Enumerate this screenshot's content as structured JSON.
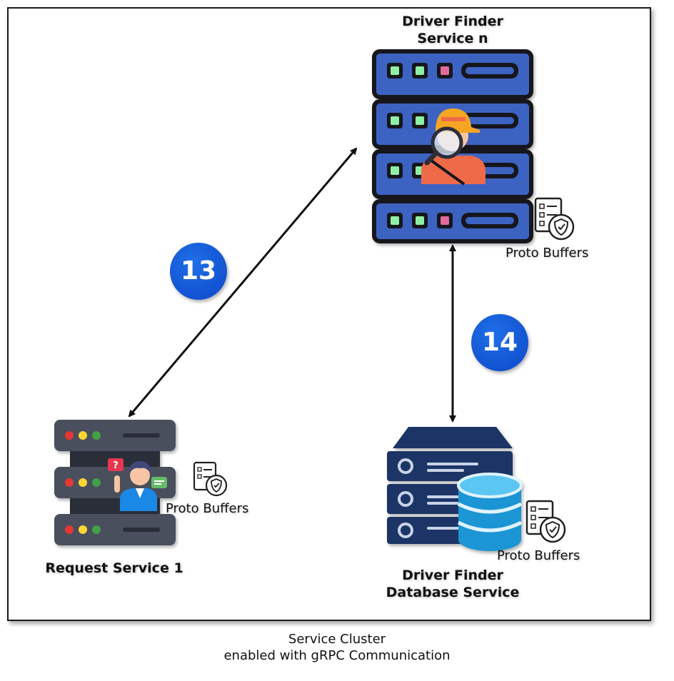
{
  "nodes": {
    "driver_finder_service": {
      "title_line1": "Driver Finder",
      "title_line2": "Service n",
      "proto_label": "Proto Buffers"
    },
    "request_service": {
      "title": "Request Service 1",
      "proto_label": "Proto Buffers"
    },
    "driver_finder_db": {
      "title_line1": "Driver Finder",
      "title_line2": "Database Service",
      "proto_label": "Proto Buffers"
    }
  },
  "steps": {
    "step_13": "13",
    "step_14": "14"
  },
  "caption": {
    "line1": "Service Cluster",
    "line2": "enabled with gRPC Communication"
  },
  "colors": {
    "server_blue": "#3d63c2",
    "server_dark": "#1c1c2a",
    "rack_gray": "#3e4350",
    "db_navy": "#1f3566",
    "db_cyan": "#29a9e5",
    "badge_blue": "#0d47c9"
  },
  "icons": {
    "driver_server": "server-with-driver-icon",
    "request_server": "server-with-user-icon",
    "database": "database-server-icon",
    "proto": "document-shield-icon"
  }
}
